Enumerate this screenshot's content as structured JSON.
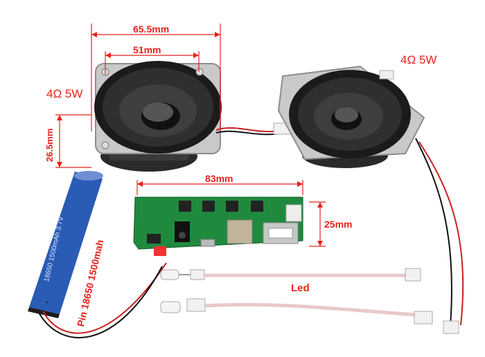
{
  "labels": {
    "speaker_width": "65.5mm",
    "hole_spacing": "51mm",
    "left_power": "4Ω 5W",
    "right_power": "4Ω 5W",
    "speaker_depth": "26.5mm",
    "board_length": "83mm",
    "board_height": "25mm",
    "led": "Led",
    "battery": "Pin 18650 1500mah"
  },
  "battery_print": "18650 1500mAh 3.7V",
  "colors": {
    "dimension_red": "#e8211c",
    "pcb_green": "#1f8a3e",
    "battery_blue": "#2a5bb5"
  }
}
